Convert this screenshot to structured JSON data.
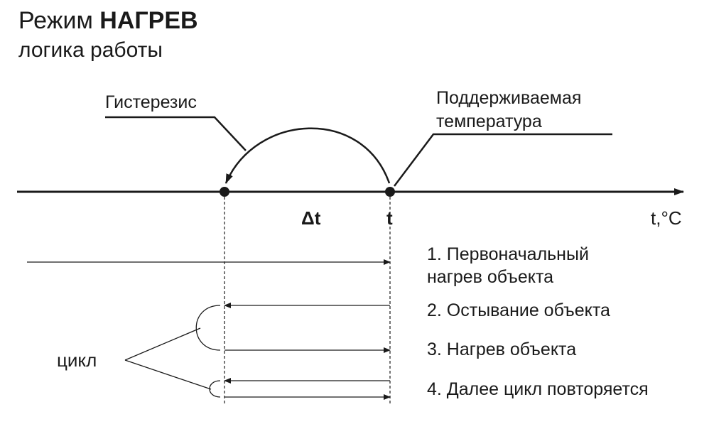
{
  "header": {
    "title_prefix": "Режим",
    "title_bold": "НАГРЕВ",
    "subtitle": "логика работы"
  },
  "labels": {
    "hysteresis": "Гистерезис",
    "maintained_temp_line1": "Поддерживаемая",
    "maintained_temp_line2": "температура",
    "delta_t": "Δt",
    "t": "t",
    "axis_unit": "t,°C",
    "cycle": "цикл"
  },
  "steps": [
    {
      "line1": "1. Первоначальный",
      "line2": "нагрев объекта"
    },
    {
      "line1": "2. Остывание объекта"
    },
    {
      "line1": "3. Нагрев объекта"
    },
    {
      "line1": "4. Далее цикл повторяется"
    }
  ]
}
